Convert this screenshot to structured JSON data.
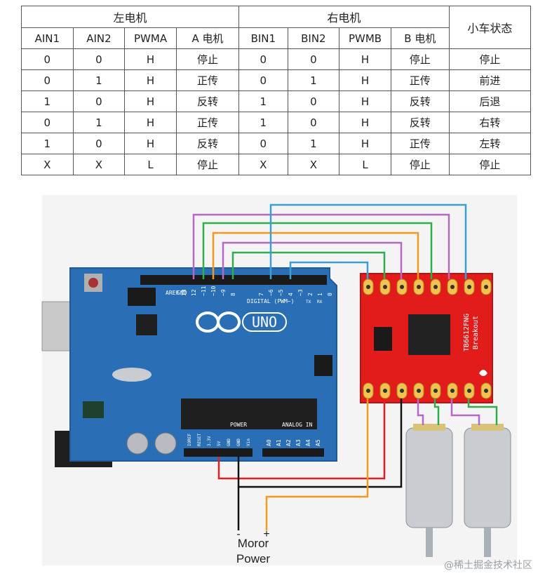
{
  "table": {
    "group_left": "左电机",
    "group_right": "右电机",
    "status_header": "小车状态",
    "headers": [
      "AIN1",
      "AIN2",
      "PWMA",
      "A 电机",
      "BIN1",
      "BIN2",
      "PWMB",
      "B 电机"
    ],
    "rows": [
      [
        "0",
        "0",
        "H",
        "停止",
        "0",
        "0",
        "H",
        "停止",
        "停止"
      ],
      [
        "0",
        "1",
        "H",
        "正传",
        "0",
        "1",
        "H",
        "正传",
        "前进"
      ],
      [
        "1",
        "0",
        "H",
        "反转",
        "1",
        "0",
        "H",
        "反转",
        "后退"
      ],
      [
        "0",
        "1",
        "H",
        "正传",
        "1",
        "0",
        "H",
        "反转",
        "右转"
      ],
      [
        "1",
        "0",
        "H",
        "反转",
        "0",
        "1",
        "H",
        "正传",
        "左转"
      ],
      [
        "X",
        "X",
        "L",
        "停止",
        "X",
        "X",
        "L",
        "停止",
        "停止"
      ]
    ]
  },
  "diagram": {
    "board_logo": "UNO",
    "aref_label": "AREF",
    "gnd_label": "GND",
    "digital_label": "DIGITAL (PWM~)",
    "tx_label": "TX",
    "rx_label": "RX",
    "digital_pins": [
      "13",
      "12",
      "~11",
      "~10",
      "~9",
      "8",
      "7",
      "~6",
      "~5",
      "4",
      "~3",
      "2",
      "1",
      "0"
    ],
    "power_label": "POWER",
    "power_pins": [
      "IOREF",
      "RESET",
      "3.3V",
      "5V",
      "GND",
      "GND",
      "Vin"
    ],
    "analog_label": "ANALOG IN",
    "analog_pins": [
      "A0",
      "A1",
      "A2",
      "A3",
      "A4",
      "A5"
    ],
    "driver_label_1": "TB6612FNG",
    "driver_label_2": "Breakout",
    "power_minus": "-",
    "power_plus": "+",
    "power_text_1": "Moror",
    "power_text_2": "Power",
    "watermark": "@稀土掘金技术社区",
    "colors": {
      "board": "#2a6fb5",
      "driver": "#e21b1b",
      "wire_purple": "#b569c4",
      "wire_green": "#2fae4a",
      "wire_orange": "#f39a1e",
      "wire_blue": "#3b9fd6",
      "wire_red": "#e02020",
      "wire_black": "#111111"
    }
  }
}
